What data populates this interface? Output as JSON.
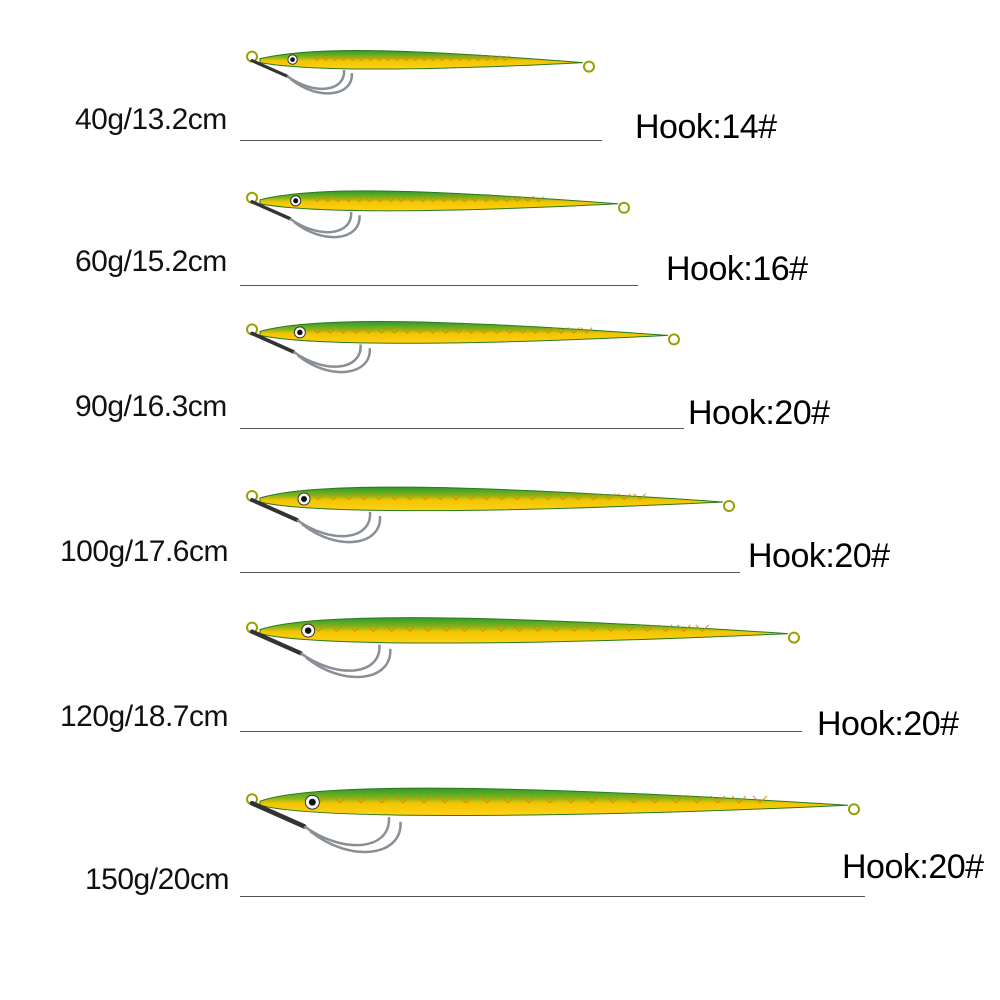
{
  "lures": [
    {
      "size": "40g/13.2cm",
      "hook": "Hook:14#"
    },
    {
      "size": "60g/15.2cm",
      "hook": "Hook:16#"
    },
    {
      "size": "90g/16.3cm",
      "hook": "Hook:20#"
    },
    {
      "size": "100g/17.6cm",
      "hook": "Hook:20#"
    },
    {
      "size": "120g/18.7cm",
      "hook": "Hook:20#"
    },
    {
      "size": "150g/20cm",
      "hook": "Hook:20#"
    }
  ],
  "colors": {
    "lure_back": "#2e9a2c",
    "lure_body": "#f2c400",
    "lure_belly": "#ffd21a",
    "hook": "#8a8f96"
  },
  "icons": [
    "jig-lure-icon",
    "assist-hook-icon",
    "split-ring-icon"
  ]
}
